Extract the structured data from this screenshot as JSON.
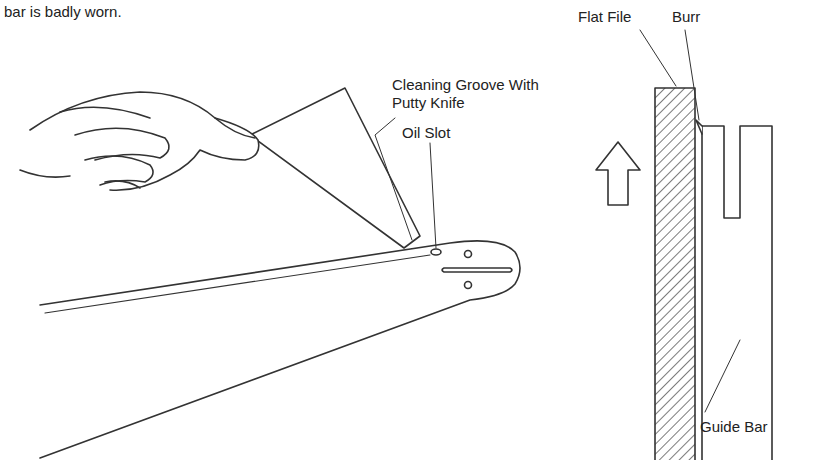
{
  "diagram": {
    "labels": [
      "bar is badly worn.",
      "Flat File",
      "Burr",
      "Cleaning Groove With Putty Knife",
      "Oil Slot",
      "Guide Bar"
    ]
  }
}
